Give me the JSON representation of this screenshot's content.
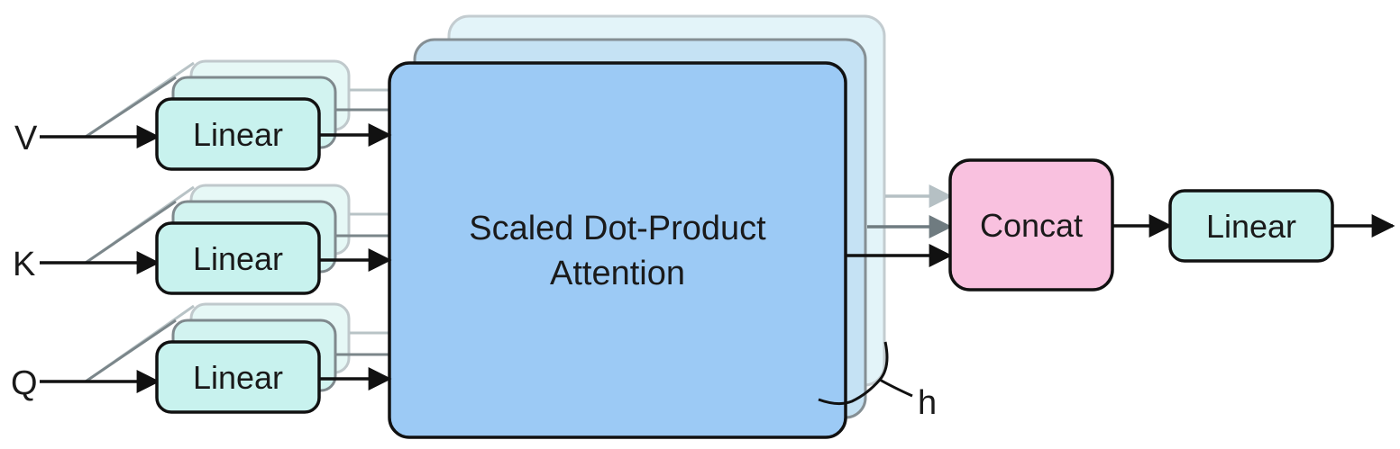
{
  "inputs": {
    "v": "V",
    "k": "K",
    "q": "Q"
  },
  "linear_label": "Linear",
  "attention": {
    "line1": "Scaled Dot-Product",
    "line2": "Attention"
  },
  "heads_label": "h",
  "concat_label": "Concat",
  "output_linear_label": "Linear",
  "colors": {
    "linear_fill": "#c8f2ee",
    "attention_fill": "#9ccaf5",
    "concat_fill": "#f9c1df",
    "stroke": "#111111"
  }
}
